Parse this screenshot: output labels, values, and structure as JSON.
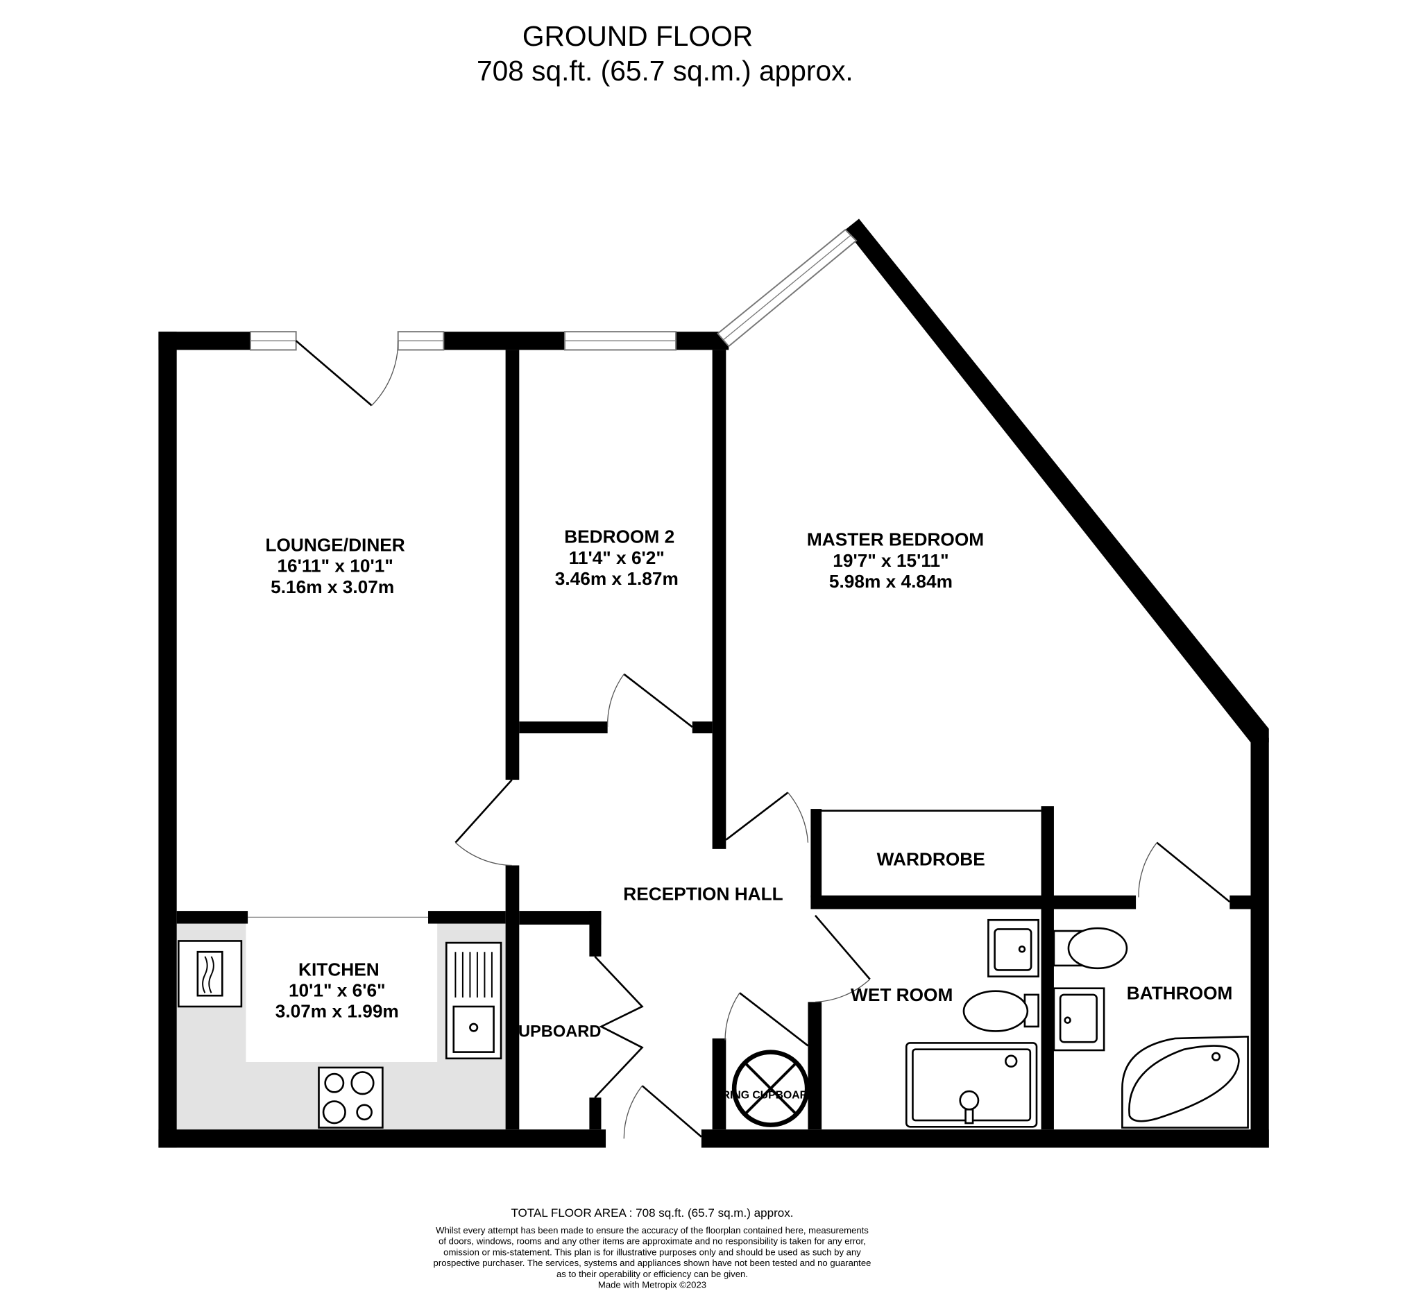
{
  "header": {
    "title": "GROUND FLOOR",
    "area": "708 sq.ft. (65.7 sq.m.) approx."
  },
  "rooms": [
    {
      "id": "lounge",
      "name": "LOUNGE/DINER",
      "imperial": "16'11\"  x 10'1\"",
      "metric": "5.16m  x 3.07m"
    },
    {
      "id": "bedroom2",
      "name": "BEDROOM 2",
      "imperial": "11'4\"  x 6'2\"",
      "metric": "3.46m  x 1.87m"
    },
    {
      "id": "master",
      "name": "MASTER BEDROOM",
      "imperial": "19'7\"  x 15'11\"",
      "metric": "5.98m  x 4.84m"
    },
    {
      "id": "kitchen",
      "name": "KITCHEN",
      "imperial": "10'1\"  x 6'6\"",
      "metric": "3.07m  x 1.99m"
    },
    {
      "id": "hall",
      "name": "RECEPTION HALL"
    },
    {
      "id": "wardrobe",
      "name": "WARDROBE"
    },
    {
      "id": "wetroom",
      "name": "WET ROOM"
    },
    {
      "id": "bathroom",
      "name": "BATHROOM"
    },
    {
      "id": "cupboard",
      "name": "CUPBOARD"
    },
    {
      "id": "airing",
      "name": "AIRING CUPBOARD"
    }
  ],
  "footer": {
    "total": "TOTAL FLOOR AREA : 708 sq.ft. (65.7 sq.m.) approx.",
    "disclaimer": [
      "Whilst every attempt has been made to ensure the accuracy of the floorplan contained here, measurements",
      "of doors, windows, rooms and any other items are approximate and no responsibility is taken for any error,",
      "omission or mis-statement. This plan is for illustrative purposes only and should be used as such by any",
      "prospective purchaser. The services, systems and appliances shown have not been tested and no guarantee",
      "as to their operability or efficiency can be given."
    ],
    "credit": "Made with Metropix ©2023"
  },
  "colors": {
    "wall": "#000000",
    "kitchen_worktop": "#e3e3e3"
  }
}
